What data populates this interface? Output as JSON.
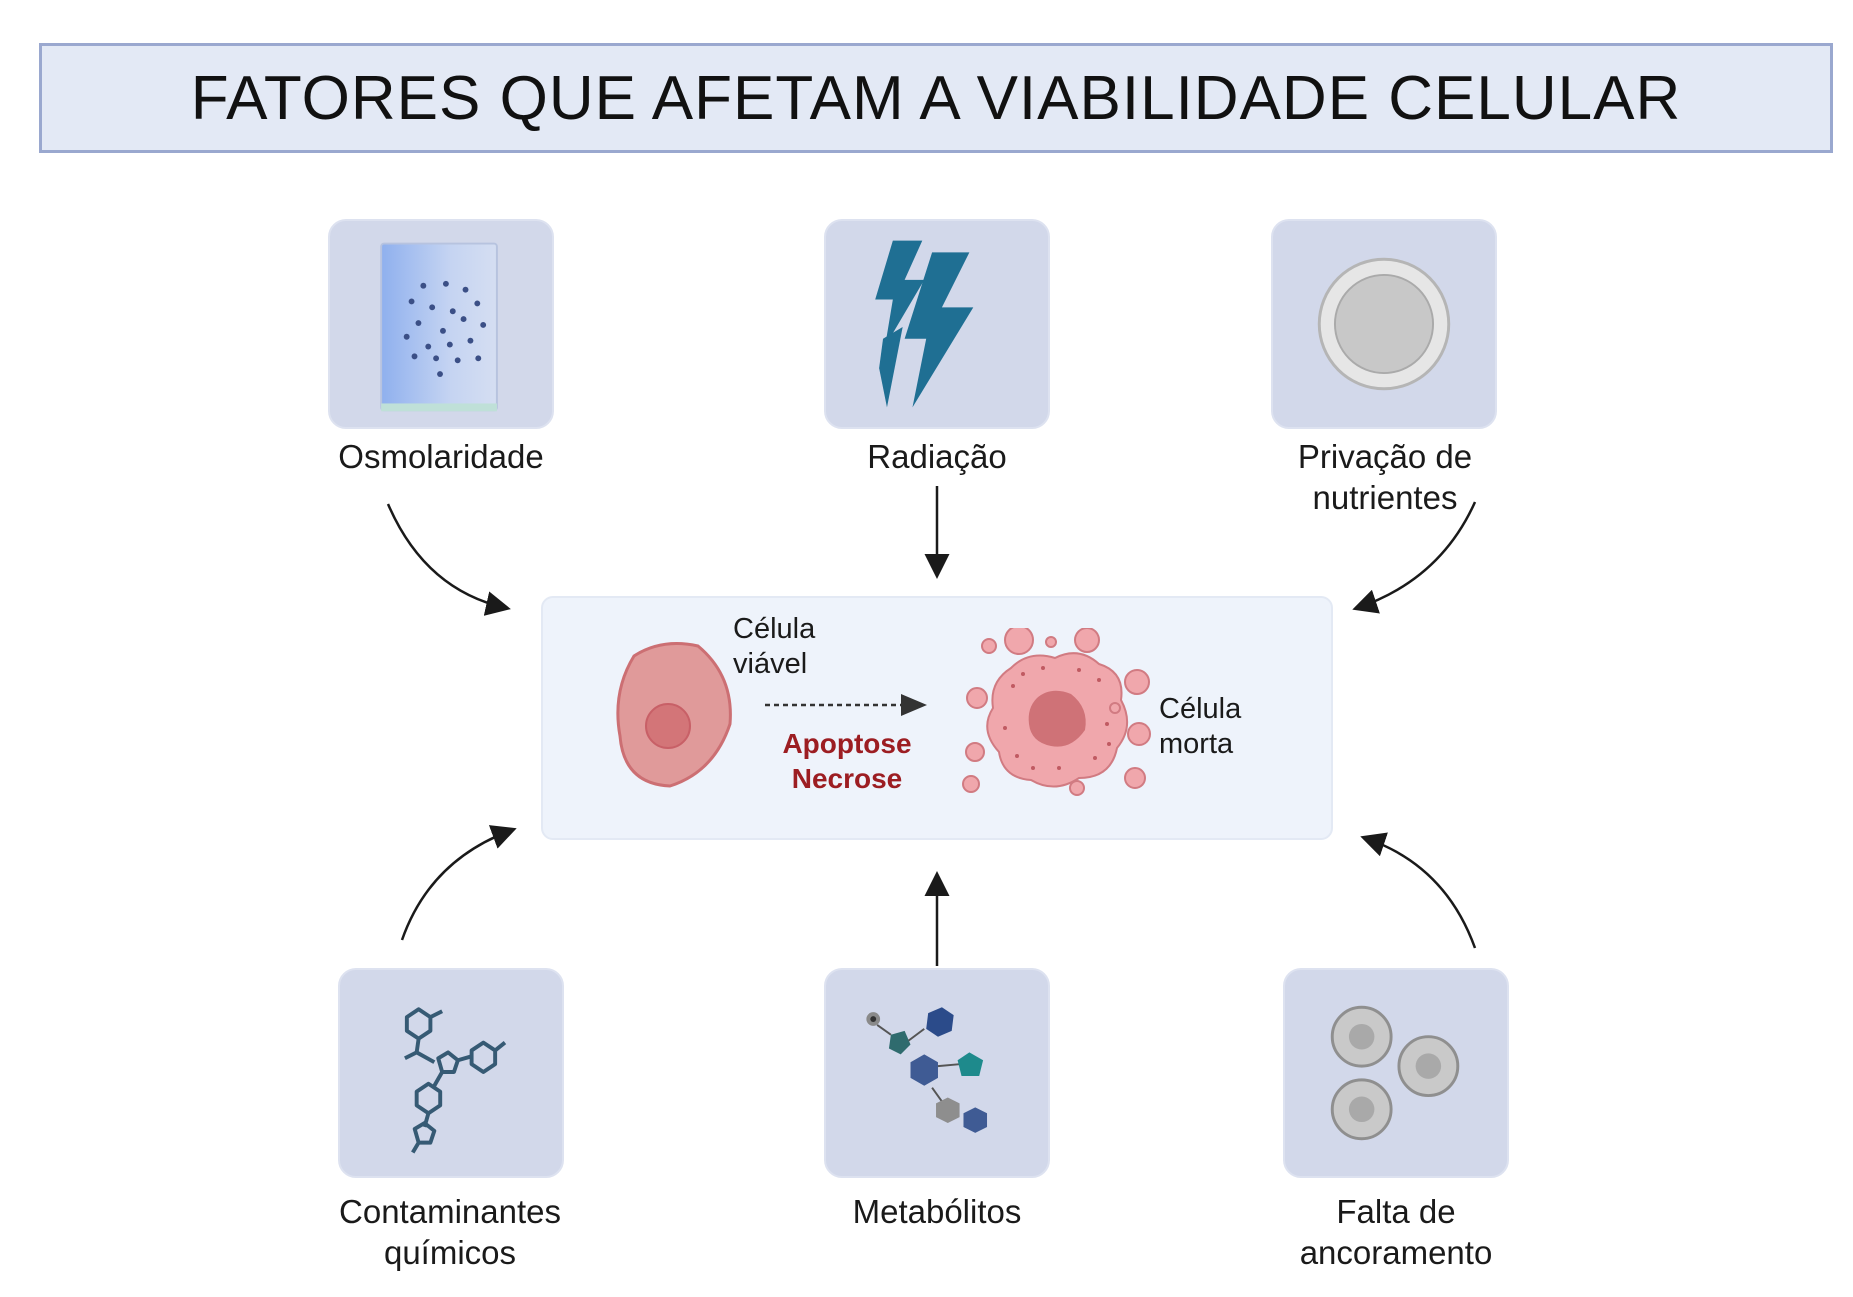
{
  "title": "FATORES QUE AFETAM A VIABILIDADE CELULAR",
  "factors": {
    "osmolaridade": {
      "label": "Osmolaridade"
    },
    "radiacao": {
      "label": "Radiação"
    },
    "privacao": {
      "label_line1": "Privação de",
      "label_line2": "nutrientes"
    },
    "contaminantes": {
      "label_line1": "Contaminantes",
      "label_line2": "químicos"
    },
    "metabolitos": {
      "label": "Metabólitos"
    },
    "ancoramento": {
      "label_line1": "Falta de",
      "label_line2": "ancoramento"
    }
  },
  "center": {
    "viable_line1": "Célula",
    "viable_line2": "viável",
    "process_line1": "Apoptose",
    "process_line2": "Necrose",
    "dead_line1": "Célula",
    "dead_line2": "morta"
  },
  "colors": {
    "title_bg": "#e3e9f5",
    "title_border": "#9aa8cf",
    "factor_bg": "#d2d8ea",
    "center_bg": "#eef3fb",
    "process_text": "#9c1d22",
    "lightning": "#1f6f93",
    "viable_cell": "#e09a9a",
    "dead_cell": "#f0a7ac"
  }
}
